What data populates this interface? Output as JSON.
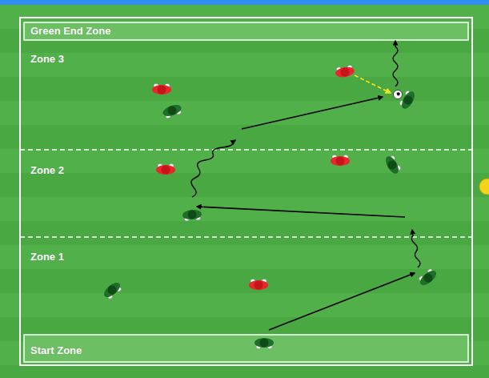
{
  "diagram": {
    "nodes": [
      {
        "text": [
          "Green End Zone"
        ]
      },
      {
        "text": [
          "Zone 3"
        ]
      },
      {
        "text": [
          "Zone 2"
        ]
      },
      {
        "text": [
          "Zone 1"
        ]
      },
      {
        "text": [
          "Start Zone"
        ]
      }
    ]
  }
}
